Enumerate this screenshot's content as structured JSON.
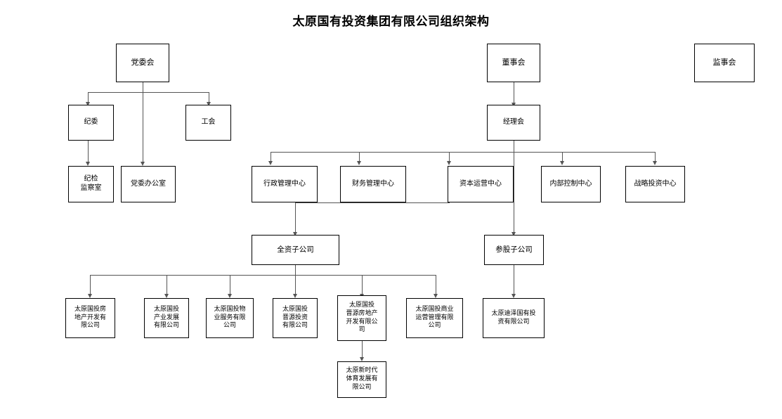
{
  "chart": {
    "title": "太原国有投资集团有限公司组织架构",
    "type": "org-chart",
    "background_color": "#ffffff",
    "box_border_color": "#000000",
    "connector_color": "#555555"
  },
  "nodes": {
    "party_committee": "党委会",
    "board_of_directors": "董事会",
    "board_of_supervisors": "监事会",
    "discipline_committee": "纪委",
    "labor_union": "工会",
    "manager_committee": "经理会",
    "discipline_inspection_office": "纪检\n监察室",
    "party_committee_office": "党委办公室",
    "admin_management_center": "行政管理中心",
    "finance_management_center": "财务管理中心",
    "capital_operation_center": "资本运营中心",
    "internal_control_center": "内部控制中心",
    "strategic_investment_center": "战略投资中心",
    "wholly_owned_subsidiary": "全资子公司",
    "equity_participation_subsidiary": "参股子公司",
    "sub_real_estate": "太原国投房\n地产开发有\n限公司",
    "sub_industry_dev": "太原国投\n产业发展\n有限公司",
    "sub_property_service": "太原国投物\n业服务有限\n公司",
    "sub_jinyuan_invest": "太原国投\n晋源投资\n有限公司",
    "sub_jinyuan_realestate": "太原国投\n晋源房地产\n开发有限公\n司",
    "sub_commercial_ops": "太原国投商业\n运营管理有限\n公司",
    "sub_dize_state_invest": "太原迪泽国有投\n资有限公司",
    "sub_new_era_sports": "太原新时代\n体育发展有\n限公司"
  }
}
